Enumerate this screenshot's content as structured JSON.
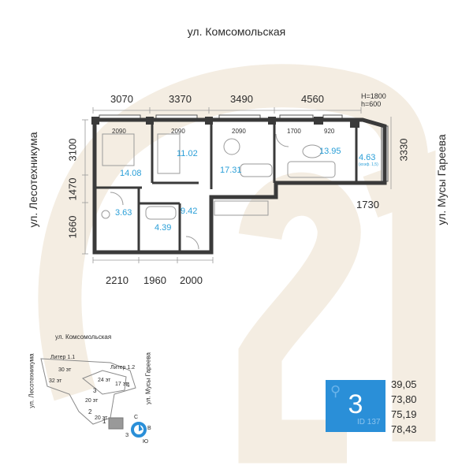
{
  "streets": {
    "top": "ул. Комсомольская",
    "left": "ул. Лесотехникума",
    "right": "ул. Мусы Гареева"
  },
  "dimensions": {
    "top": [
      "3070",
      "3370",
      "3490",
      "4560"
    ],
    "bottom": [
      "2210",
      "1960",
      "2000"
    ],
    "left": [
      "3100",
      "1470",
      "1660"
    ],
    "right": "3330",
    "right_bottom": "1730",
    "window_widths": [
      "2090",
      "2090",
      "2090",
      "1700",
      "920"
    ],
    "window_heights": [
      "H=1800",
      "h=600"
    ]
  },
  "rooms": {
    "bedroom1": "14.08",
    "bedroom2": "11.02",
    "kitchen": "17.31",
    "living": "13.95",
    "balcony": "4.63",
    "balcony_note": "(коэф. 1,5)",
    "bathroom1": "3.63",
    "bathroom2": "4.39",
    "hall": "9.42"
  },
  "watermark": "21",
  "site_plan": {
    "street_top": "ул. Комсомольская",
    "street_left": "ул. Лесотехникума",
    "street_right": "ул. Мусы Гареева",
    "labels": [
      "Литер 1.1",
      "Литер 1.2",
      "30 эт",
      "32 эт",
      "24 эт",
      "17 эт",
      "20 эт",
      "20 эт"
    ],
    "numbers": [
      "1",
      "2",
      "3",
      "4"
    ],
    "compass": {
      "n": "С",
      "e": "В",
      "s": "Ю",
      "w": "З"
    }
  },
  "badge": {
    "rooms": "3",
    "id": "ID 137"
  },
  "metrics": [
    "39,05",
    "73,80",
    "75,19",
    "78,43"
  ],
  "colors": {
    "accent": "#2a8fd8",
    "area_text": "#2a9fd8",
    "wall": "#3a3a3a",
    "watermark": "#f3ece1"
  }
}
